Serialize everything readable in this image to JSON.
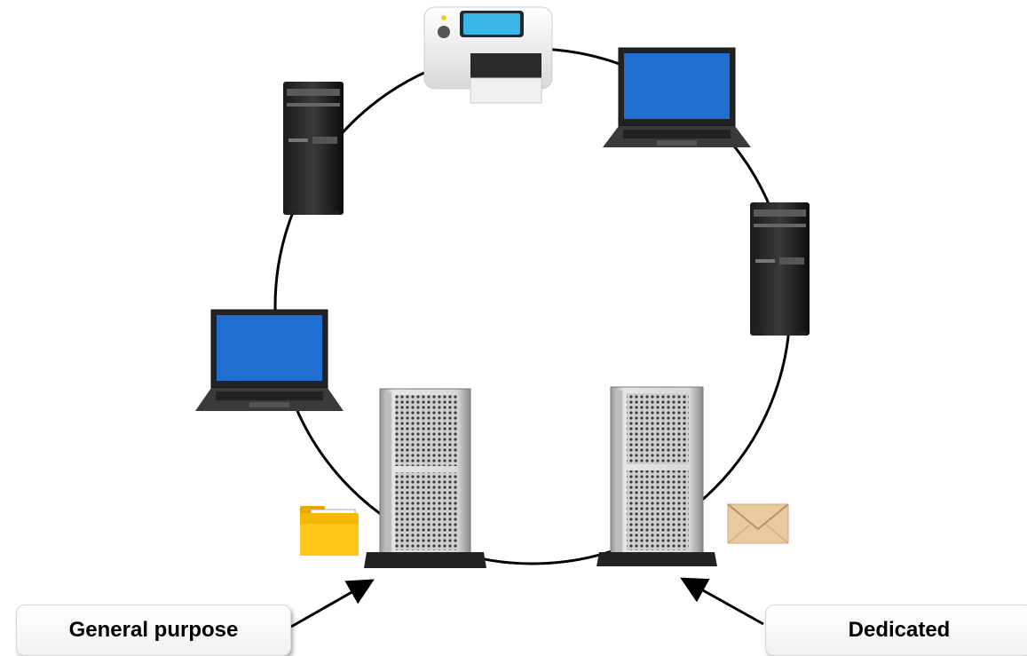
{
  "labels": {
    "general_purpose": "General purpose",
    "dedicated": "Dedicated"
  },
  "nodes": [
    {
      "name": "printer",
      "icon": "printer-icon"
    },
    {
      "name": "laptop-top-right",
      "icon": "laptop-icon"
    },
    {
      "name": "desktop-right",
      "icon": "desktop-tower-icon"
    },
    {
      "name": "server-dedicated",
      "icon": "server-tower-icon"
    },
    {
      "name": "server-general",
      "icon": "server-tower-icon"
    },
    {
      "name": "laptop-left",
      "icon": "laptop-icon"
    },
    {
      "name": "desktop-top-left",
      "icon": "desktop-tower-icon"
    }
  ],
  "badges": [
    {
      "name": "folder",
      "icon": "folder-icon",
      "color": "#f6b800"
    },
    {
      "name": "mail",
      "icon": "envelope-icon",
      "color": "#e9c9a0"
    }
  ],
  "colors": {
    "screen": "#1e6fd0",
    "ring": "#000000",
    "server_body": "#c9c9c9"
  }
}
